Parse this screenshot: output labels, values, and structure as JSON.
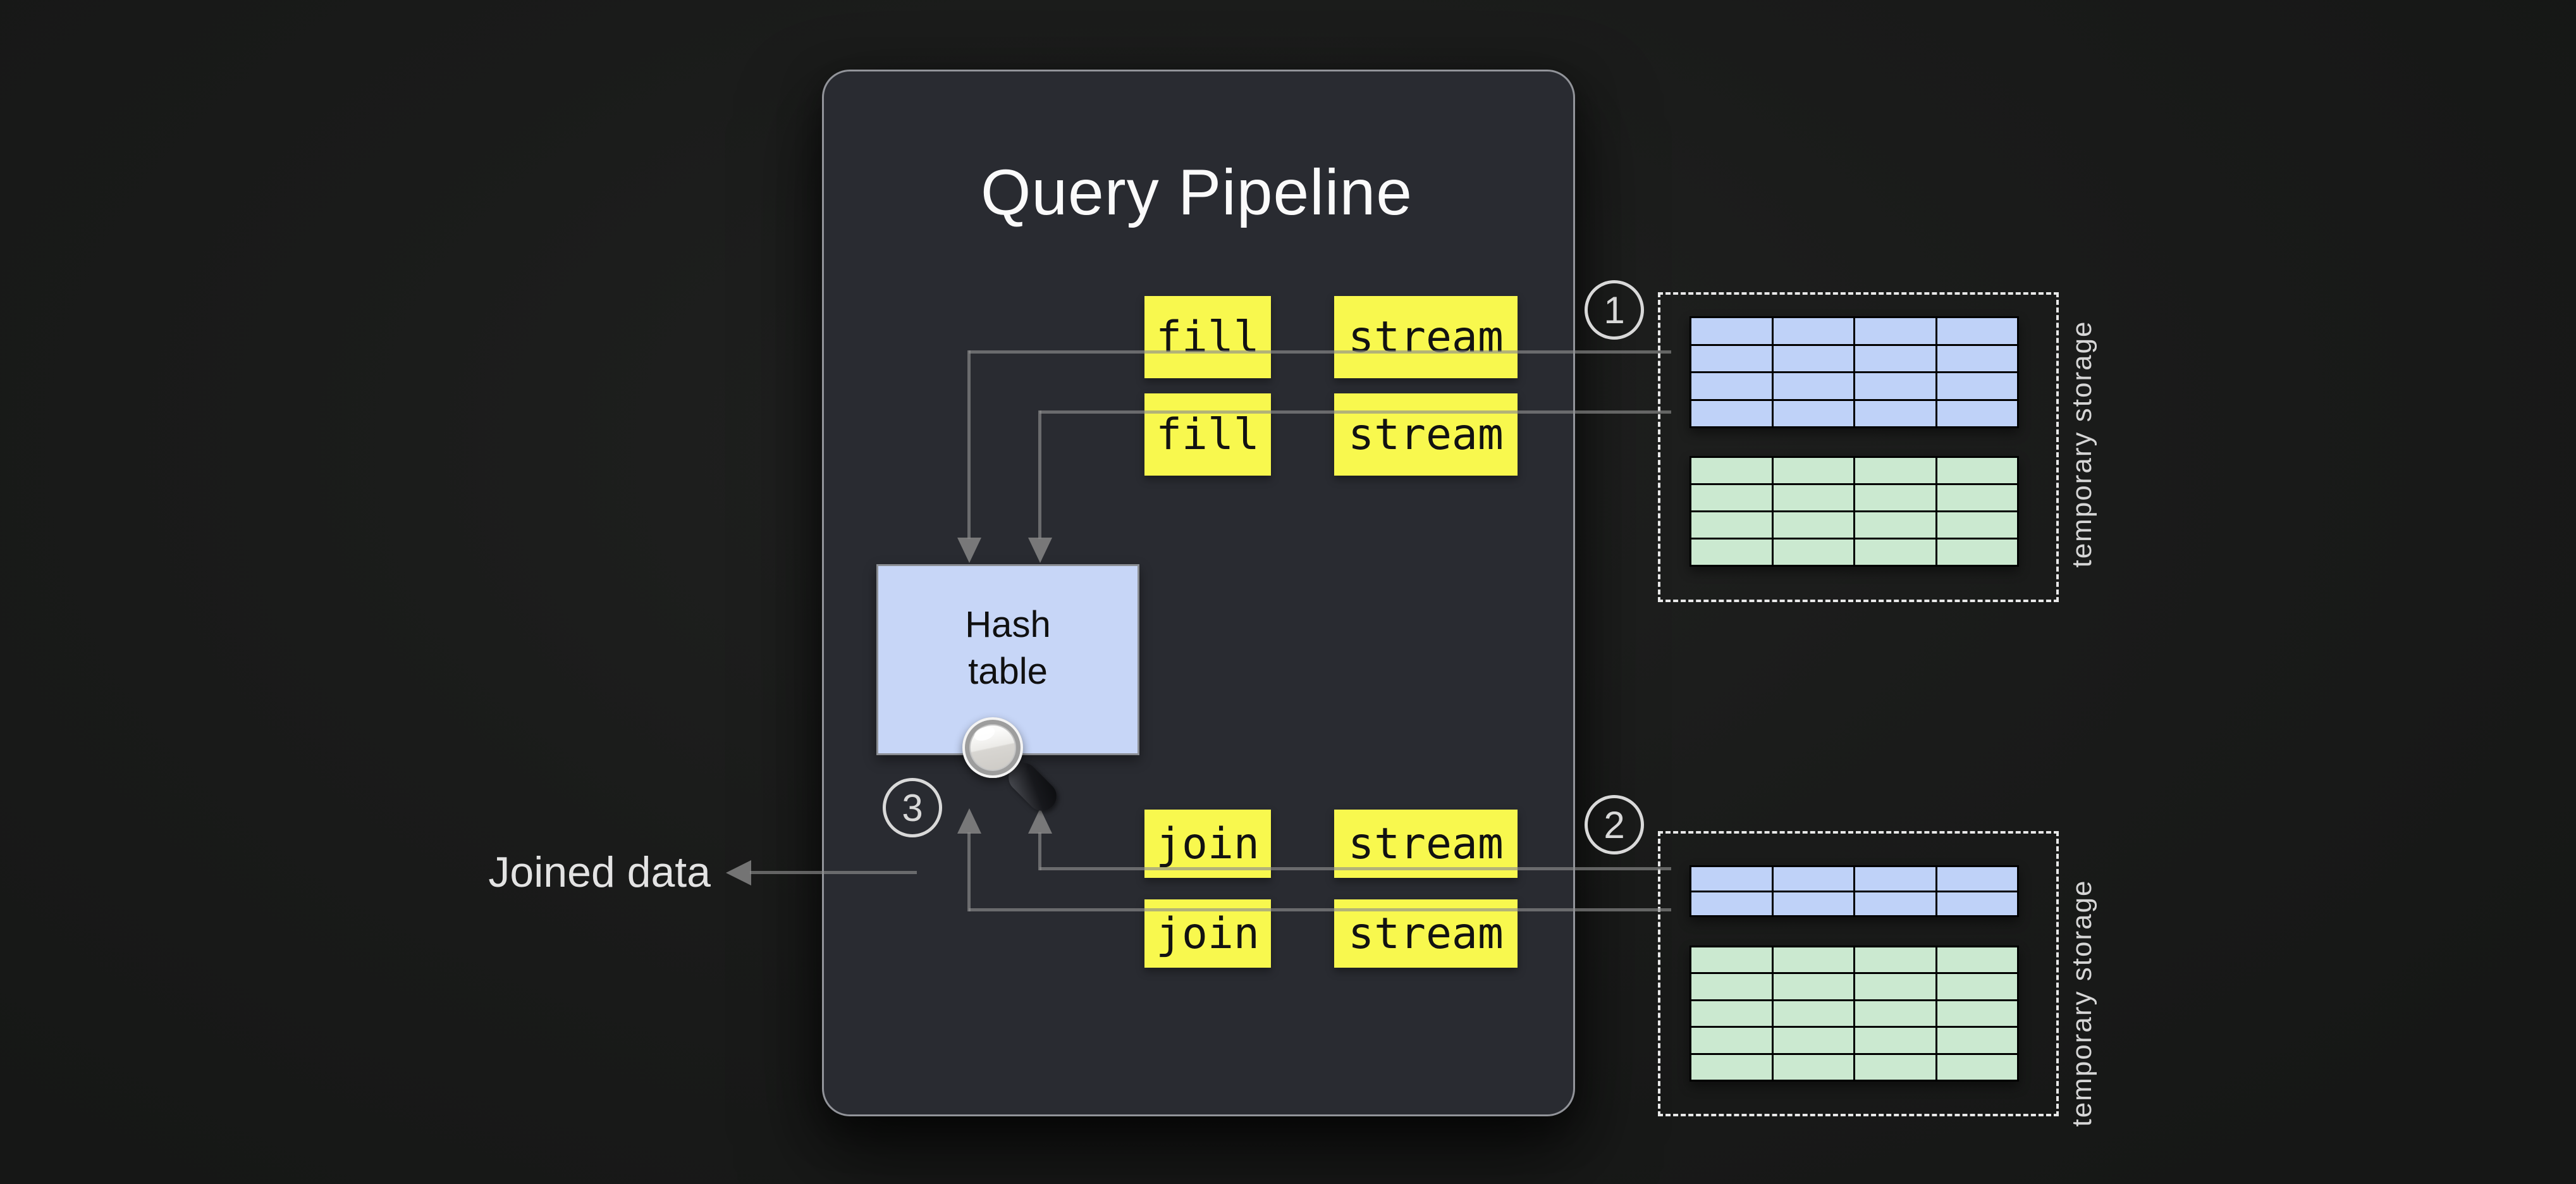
{
  "diagram": {
    "title": "Query Pipeline",
    "operators": [
      {
        "id": "fill-1",
        "label": "fill"
      },
      {
        "id": "stream-1",
        "label": "stream"
      },
      {
        "id": "fill-2",
        "label": "fill"
      },
      {
        "id": "stream-2",
        "label": "stream"
      },
      {
        "id": "join-1",
        "label": "join"
      },
      {
        "id": "stream-3",
        "label": "stream"
      },
      {
        "id": "join-2",
        "label": "join"
      },
      {
        "id": "stream-4",
        "label": "stream"
      }
    ],
    "hash_table": {
      "label": "Hash table"
    },
    "joined_data_label": "Joined data",
    "markers": [
      {
        "id": "marker-1",
        "label": "1"
      },
      {
        "id": "marker-2",
        "label": "2"
      },
      {
        "id": "marker-3",
        "label": "3"
      }
    ],
    "icons": [
      {
        "name": "magnifying-glass-icon",
        "meaning": "hash lookup / probe"
      }
    ],
    "storage_areas": [
      {
        "id": "temporary-storage-1",
        "label": "temporary storage",
        "marker": "1",
        "tables": [
          {
            "color_name": "blue",
            "rows": 4,
            "cols": 4
          },
          {
            "color_name": "green",
            "rows": 4,
            "cols": 4
          }
        ]
      },
      {
        "id": "temporary-storage-2",
        "label": "temporary storage",
        "marker": "2",
        "tables": [
          {
            "color_name": "blue",
            "rows": 2,
            "cols": 4
          },
          {
            "color_name": "green",
            "rows": 5,
            "cols": 4
          }
        ]
      }
    ],
    "colors": {
      "background": "#1a1b1a",
      "panel_background": "#292b31",
      "panel_border": "#92949a",
      "operator_yellow": "#f8f84e",
      "hash_table_blue": "#c7d6f7",
      "storage_table_blue": "#bfd2f8",
      "storage_table_green": "#cbe9d0",
      "arrow_gray": "#8e8e8e",
      "light_text": "#e3e3e3",
      "dark_text": "#121212"
    }
  }
}
